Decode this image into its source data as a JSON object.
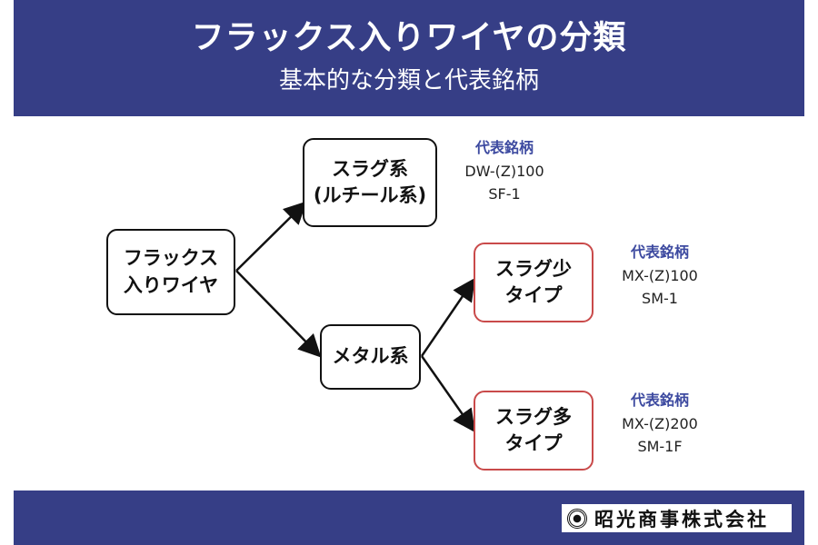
{
  "header": {
    "title": "フラックス入りワイヤの分類",
    "subtitle": "基本的な分類と代表銘柄"
  },
  "nodes": {
    "root": [
      "フラックス",
      "入りワイヤ"
    ],
    "slag": [
      "スラグ系",
      "(ルチール系)"
    ],
    "metal": [
      "メタル系"
    ],
    "slag_few": [
      "スラグ少",
      "タイプ"
    ],
    "slag_many": [
      "スラグ多",
      "タイプ"
    ]
  },
  "brands": {
    "slag": {
      "heading": "代表銘柄",
      "items": [
        "DW-(Z)100",
        "SF-1"
      ]
    },
    "slag_few": {
      "heading": "代表銘柄",
      "items": [
        "MX-(Z)100",
        "SM-1"
      ]
    },
    "slag_many": {
      "heading": "代表銘柄",
      "items": [
        "MX-(Z)200",
        "SM-1F"
      ]
    }
  },
  "footer": {
    "company": "昭光商事株式会社"
  },
  "colors": {
    "banner": "#363e86",
    "accent_border": "#c94a4a",
    "brand_heading": "#3d4aa0"
  }
}
